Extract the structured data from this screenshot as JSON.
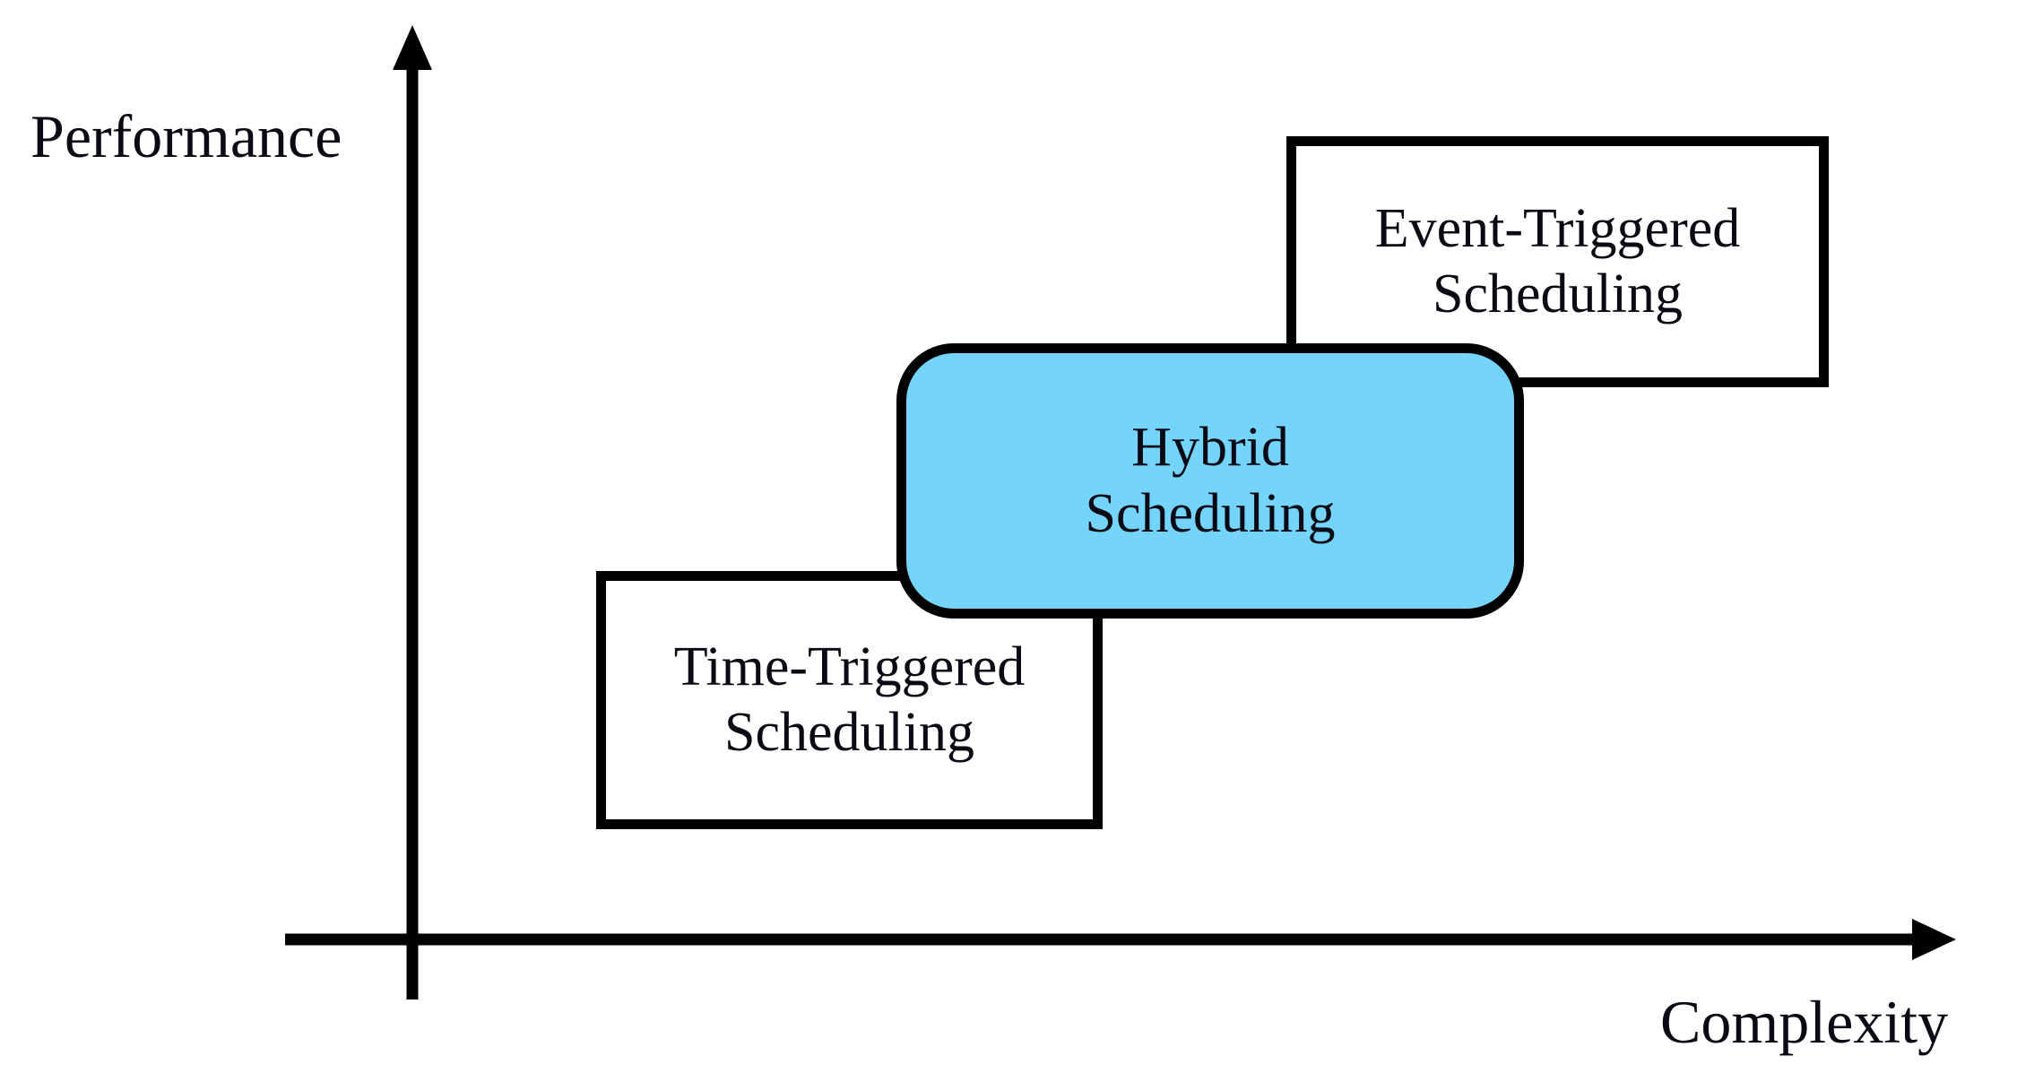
{
  "diagram": {
    "type": "concept-tradeoff-diagram",
    "background_color": "#ffffff",
    "stroke_color": "#000000",
    "text_color": "#0a0a14"
  },
  "axes": {
    "y_axis": {
      "label": "Performance",
      "direction": "up",
      "arrow_icon": "arrow-up-icon"
    },
    "x_axis": {
      "label": "Complexity",
      "direction": "right",
      "arrow_icon": "arrow-right-icon"
    }
  },
  "nodes": [
    {
      "id": "time-triggered",
      "line1": "Time-Triggered",
      "line2": "Scheduling",
      "shape": "rectangle",
      "fill": "#ffffff",
      "position": "low-complexity-low-performance"
    },
    {
      "id": "hybrid",
      "line1": "Hybrid",
      "line2": "Scheduling",
      "shape": "rounded-rectangle",
      "fill": "#74d4fb",
      "position": "mid-complexity-mid-performance"
    },
    {
      "id": "event-triggered",
      "line1": "Event-Triggered",
      "line2": "Scheduling",
      "shape": "rectangle",
      "fill": "#ffffff",
      "position": "high-complexity-high-performance"
    }
  ]
}
